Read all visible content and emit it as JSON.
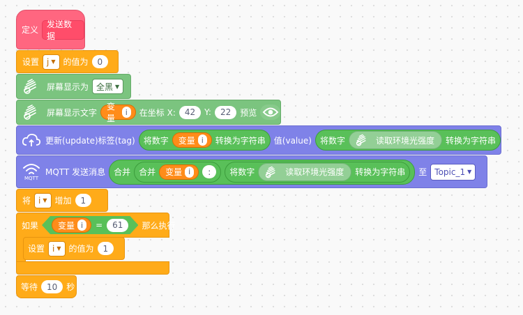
{
  "define": {
    "keyword": "定义",
    "name": "发送数据"
  },
  "set_j": {
    "label": "设置",
    "var": "j",
    "value_label": "的值为",
    "value": "0"
  },
  "screen_show": {
    "label": "屏幕显示为",
    "option": "全黑"
  },
  "screen_text": {
    "label": "屏幕显示文字",
    "var_label": "变量",
    "var": "i",
    "at_label": "在坐标 X:",
    "x": "42",
    "y_label": "Y:",
    "y": "22",
    "preview_label": "预览"
  },
  "update_tag": {
    "label": "更新(update)标签(tag)",
    "num_to_str1": "将数字",
    "var_label": "变量",
    "var": "i",
    "to_str1": "转换为字符串",
    "value_label": "值(value)",
    "num_to_str2": "将数字",
    "sensor": "读取环境光强度",
    "to_str2": "转换为字符串"
  },
  "mqtt": {
    "icon_text": "MQTT",
    "label": "MQTT 发送消息",
    "join1": "合并",
    "join2": "合并",
    "var_label": "变量",
    "var": "i",
    "colon": ":",
    "num_to_str": "将数字",
    "sensor": "读取环境光强度",
    "to_str": "转换为字符串",
    "to_label": "至",
    "topic": "Topic_1"
  },
  "change_i": {
    "label": "将",
    "var": "i",
    "action": "增加",
    "value": "1"
  },
  "if_block": {
    "if_label": "如果",
    "var_label": "变量",
    "var": "i",
    "op": "=",
    "value": "61",
    "then_label": "那么执行"
  },
  "set_i": {
    "label": "设置",
    "var": "i",
    "value_label": "的值为",
    "value": "1"
  },
  "wait": {
    "label": "等待",
    "value": "10",
    "unit": "秒"
  },
  "colors": {
    "orange": "#ffab19",
    "green": "#7bc47f",
    "purple": "#7f82e8",
    "define": "#ff6680",
    "operator": "#59c059",
    "reporter": "#ff8c1a"
  },
  "icons": {
    "light_sensor": "light-sensor-icon",
    "cloud": "cloud-upload-icon",
    "wifi": "wifi-icon",
    "eye": "eye-icon",
    "caret": "caret-down-icon"
  }
}
